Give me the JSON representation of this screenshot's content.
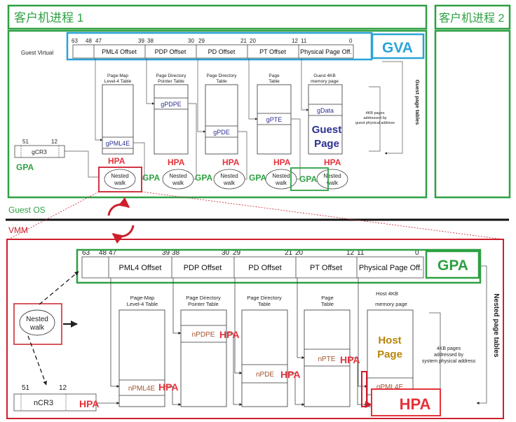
{
  "guest_process_1": "客户机进程 1",
  "guest_process_2": "客户机进程 2",
  "guest_os": "Guest OS",
  "vmm": "VMM",
  "top": {
    "guest_virtual": "Guest Virtual",
    "bit_labels": [
      "63",
      "48",
      "47",
      "39",
      "38",
      "30",
      "29",
      "21",
      "20",
      "12",
      "11",
      "0"
    ],
    "fields": [
      "PML4 Offset",
      "PDP Offset",
      "PD Offset",
      "PT Offset",
      "Physical Page Off."
    ],
    "gva": "GVA",
    "table_titles": [
      [
        "Page-Map",
        "Level-4 Table"
      ],
      [
        "Page Directory",
        "Pointer Table"
      ],
      [
        "Page Directory",
        "Table"
      ],
      [
        "Page",
        "Table"
      ],
      [
        "Guest 4KB",
        "memory page"
      ]
    ],
    "entries": [
      "gPML4E",
      "gPDPE",
      "gPDE",
      "gPTE",
      "gData"
    ],
    "guest_page": [
      "Guest",
      "Page"
    ],
    "pages_note": [
      "4KB pages",
      "addressed by",
      "guest physical address"
    ],
    "side_label": "Guest page tables",
    "cr3": "gCR3",
    "cr3_bits": [
      "51",
      "12"
    ],
    "gpa": "GPA",
    "hpa": "HPA",
    "nested_walk": [
      "Nested",
      "walk"
    ]
  },
  "bottom": {
    "bit_labels": [
      "63",
      "48",
      "47",
      "39",
      "38",
      "30",
      "29",
      "21",
      "20",
      "12",
      "11",
      "0"
    ],
    "fields": [
      "PML4 Offset",
      "PDP Offset",
      "PD Offset",
      "PT Offset",
      "Physical Page Off."
    ],
    "gpa": "GPA",
    "table_titles": [
      [
        "Page-Map",
        "Level-4 Table"
      ],
      [
        "Page Directory",
        "Pointer Table"
      ],
      [
        "Page Directory",
        "Table"
      ],
      [
        "Page",
        "Table"
      ],
      [
        "Host 4KB",
        "memory page"
      ]
    ],
    "entries": [
      "nPML4E",
      "nPDPE",
      "nPDE",
      "nPTE",
      "gPML4E"
    ],
    "host_page": [
      "Host",
      "Page"
    ],
    "pages_note": [
      "4KB pages",
      "addressed by",
      "system physical address"
    ],
    "side_label": "Nested page tables",
    "cr3": "nCR3",
    "cr3_bits": [
      "51",
      "12"
    ],
    "hpa": "HPA",
    "nested_walk": [
      "Nested",
      "walk"
    ]
  },
  "colors": {
    "green": "#2ea043",
    "red": "#cc1f2d",
    "blue": "#2aa3d8",
    "hpa": "#e5323b",
    "navy": "#2b2f8f",
    "brown": "#a0522d",
    "gold": "#b8860b"
  }
}
